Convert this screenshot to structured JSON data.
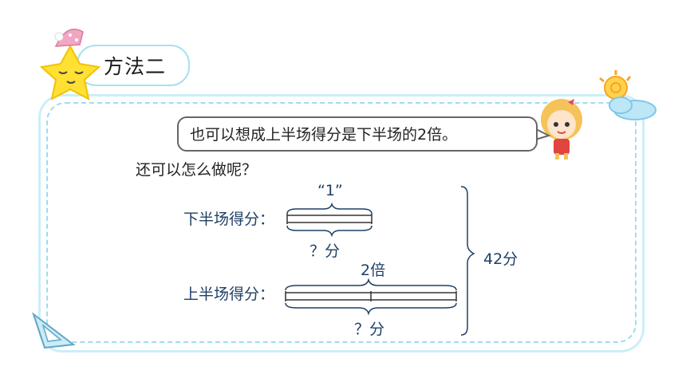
{
  "title": {
    "text": "方法二"
  },
  "speech": {
    "text": "也可以想成上半场得分是下半场的2倍。"
  },
  "prompt": {
    "question": "还可以怎么做呢？"
  },
  "diagram": {
    "lower_label": "下半场得分：",
    "upper_label": "上半场得分：",
    "unit_label": "“1”",
    "lower_unknown": "？分",
    "times_label": "2倍",
    "upper_unknown": "？分",
    "total_label": "42分"
  },
  "colors": {
    "frame": "#9fdcef",
    "star": "#ffe033",
    "text_blue": "#1f3f66"
  }
}
